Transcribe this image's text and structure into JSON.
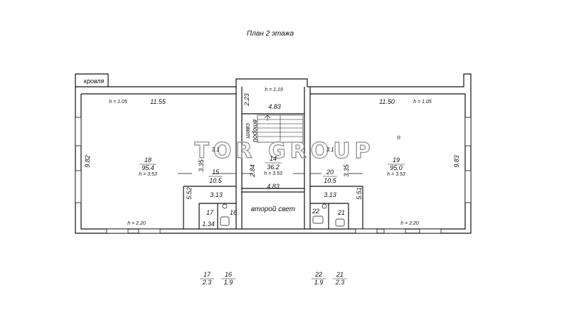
{
  "title": "План 2 этажа",
  "watermark": "TOR GROUP",
  "watermark_mark": "®",
  "roof_label": "кровля",
  "rooms": {
    "r18": {
      "num": "18",
      "area": "95.4",
      "h": "h = 3.53"
    },
    "r19": {
      "num": "19",
      "area": "95.0",
      "h": "h = 3.53"
    },
    "r14": {
      "num": "14",
      "area": "36.2",
      "h": "h = 3.53"
    },
    "r15": {
      "num": "15",
      "area": "10.5"
    },
    "r20": {
      "num": "20",
      "area": "10.5"
    },
    "r17": {
      "num": "17"
    },
    "r16": {
      "num": "16"
    },
    "r22": {
      "num": "22"
    },
    "r21": {
      "num": "21"
    }
  },
  "second_light_1": "второй свет",
  "second_light_2_a": "второй",
  "second_light_2_b": "свет",
  "dims": {
    "d1155": "11.55",
    "d1150": "11.50",
    "d982": "9.82",
    "d983": "9.83",
    "d483a": "4.83",
    "d483b": "4.83",
    "d223": "2.23",
    "d284": "2.84",
    "d335a": "3.35",
    "d335b": "3.35",
    "d552": "5.52",
    "d551": "5.51",
    "d313a": "3.13",
    "d313b": "3.13",
    "d134": "1.34",
    "d31a": "3.1",
    "d31b": "3.1"
  },
  "heights": {
    "h105a": "h = 1.05",
    "h105b": "h = 1.05",
    "h119": "h = 1.19",
    "h220a": "h = 2.20",
    "h220b": "h = 2.20"
  },
  "legend": [
    {
      "num": "17",
      "area": "2.3"
    },
    {
      "num": "16",
      "area": "1.9"
    },
    {
      "num": "22",
      "area": "1.9"
    },
    {
      "num": "21",
      "area": "2.3"
    }
  ]
}
